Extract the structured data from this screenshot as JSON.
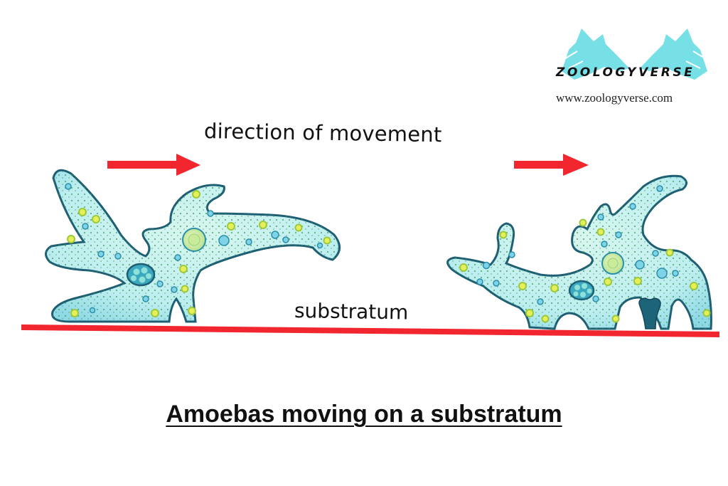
{
  "logo": {
    "brand": "ZOOLOGYVERSE",
    "url": "www.zoologyverse.com",
    "icon": "twin-wolf-heads-icon",
    "accent_color": "#4fd6e0"
  },
  "labels": {
    "direction": "direction of movement",
    "substratum": "substratum"
  },
  "caption": "Amoebas moving on a substratum",
  "colors": {
    "arrow": "#f2262f",
    "substratum_line": "#f2262f",
    "cytoplasm": "#bdeef0",
    "membrane": "#1f5f73",
    "nucleus": "#2a8fa8",
    "contractile_vacuole": "#c9ec9a",
    "food_vacuole_yellow": "#e6ef5a",
    "granules": "#3b9a5a",
    "attachment": "#1d5f70"
  },
  "elements": {
    "amoebas": [
      {
        "name": "left amoeba",
        "features": [
          "pseudopodia",
          "nucleus",
          "contractile vacuole",
          "food vacuoles",
          "granules"
        ]
      },
      {
        "name": "right amoeba",
        "features": [
          "pseudopodia",
          "nucleus",
          "contractile vacuole",
          "food vacuoles",
          "granules",
          "substrate attachment"
        ]
      }
    ],
    "arrows": [
      "left direction arrow",
      "right direction arrow"
    ]
  }
}
